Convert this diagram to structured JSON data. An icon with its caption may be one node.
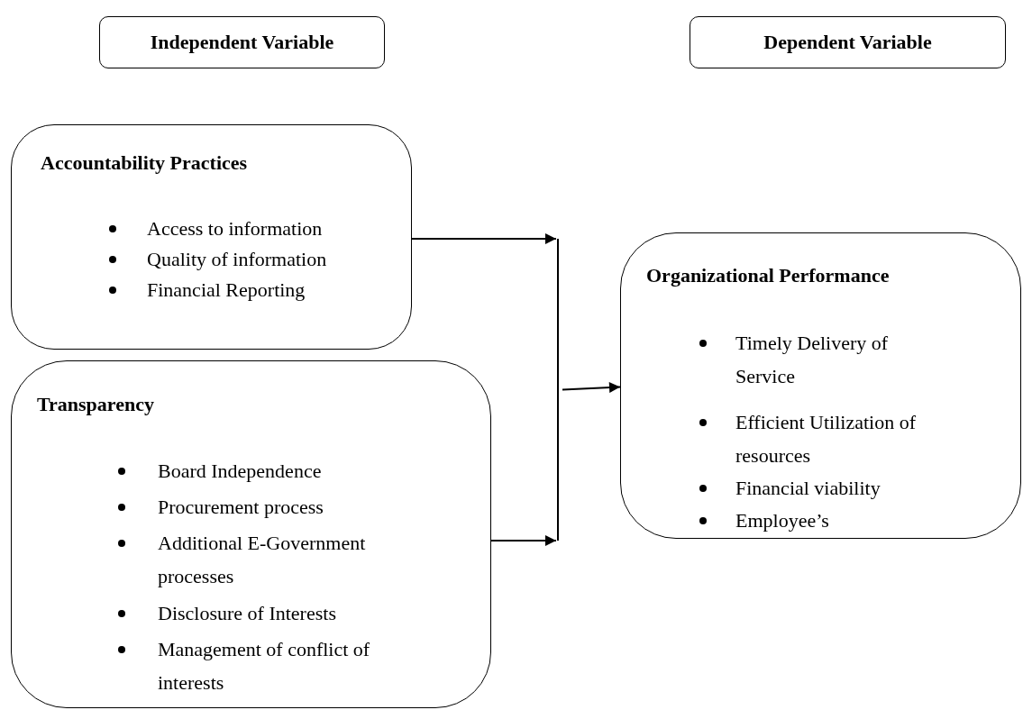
{
  "diagram": {
    "nodes": [
      {
        "text": [
          "Independent Variable"
        ]
      },
      {
        "text": [
          "Dependent Variable"
        ]
      },
      {
        "text": [
          "Accountability Practices",
          "Access to information",
          "Quality of information",
          "Financial Reporting"
        ]
      },
      {
        "text": [
          "Transparency",
          "Board Independence",
          "Procurement process",
          "Additional E-Government processes",
          "Disclosure of Interests",
          "Management of conflict of interests"
        ]
      },
      {
        "text": [],
        "shape": "bar"
      },
      {
        "text": [
          "Organizational Performance",
          "Timely Delivery of Service",
          "Efficient Utilization of resources",
          "Financial viability",
          "Employee’s"
        ]
      }
    ],
    "edges": [
      {
        "from": 2,
        "to": 4,
        "arrow": "to"
      },
      {
        "from": 3,
        "to": 4,
        "arrow": "to"
      },
      {
        "from": 4,
        "to": 5,
        "arrow": "to"
      }
    ]
  }
}
